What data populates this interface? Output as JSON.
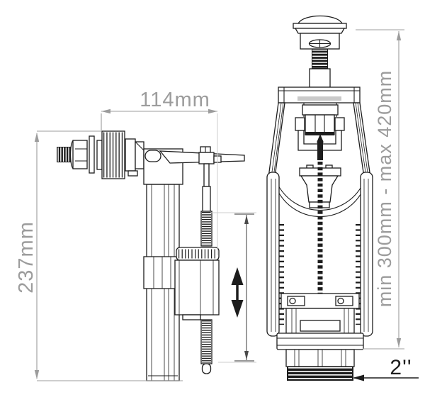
{
  "drawing": {
    "colors": {
      "line": "#1d1d1d",
      "fill": "#ffffff",
      "dimension": "#9c9c9c",
      "extension": "#cdcdcd",
      "dark": "#1d1d1d",
      "background": "#ffffff",
      "inner_strip": "#c9c9c9"
    },
    "dimensions": {
      "width_top": "114mm",
      "height_left": "237mm",
      "height_right": "min 300mm - max 420mm",
      "outlet_thread": "2''"
    },
    "icons": {
      "adjustability": "double-vertical-arrow"
    }
  }
}
